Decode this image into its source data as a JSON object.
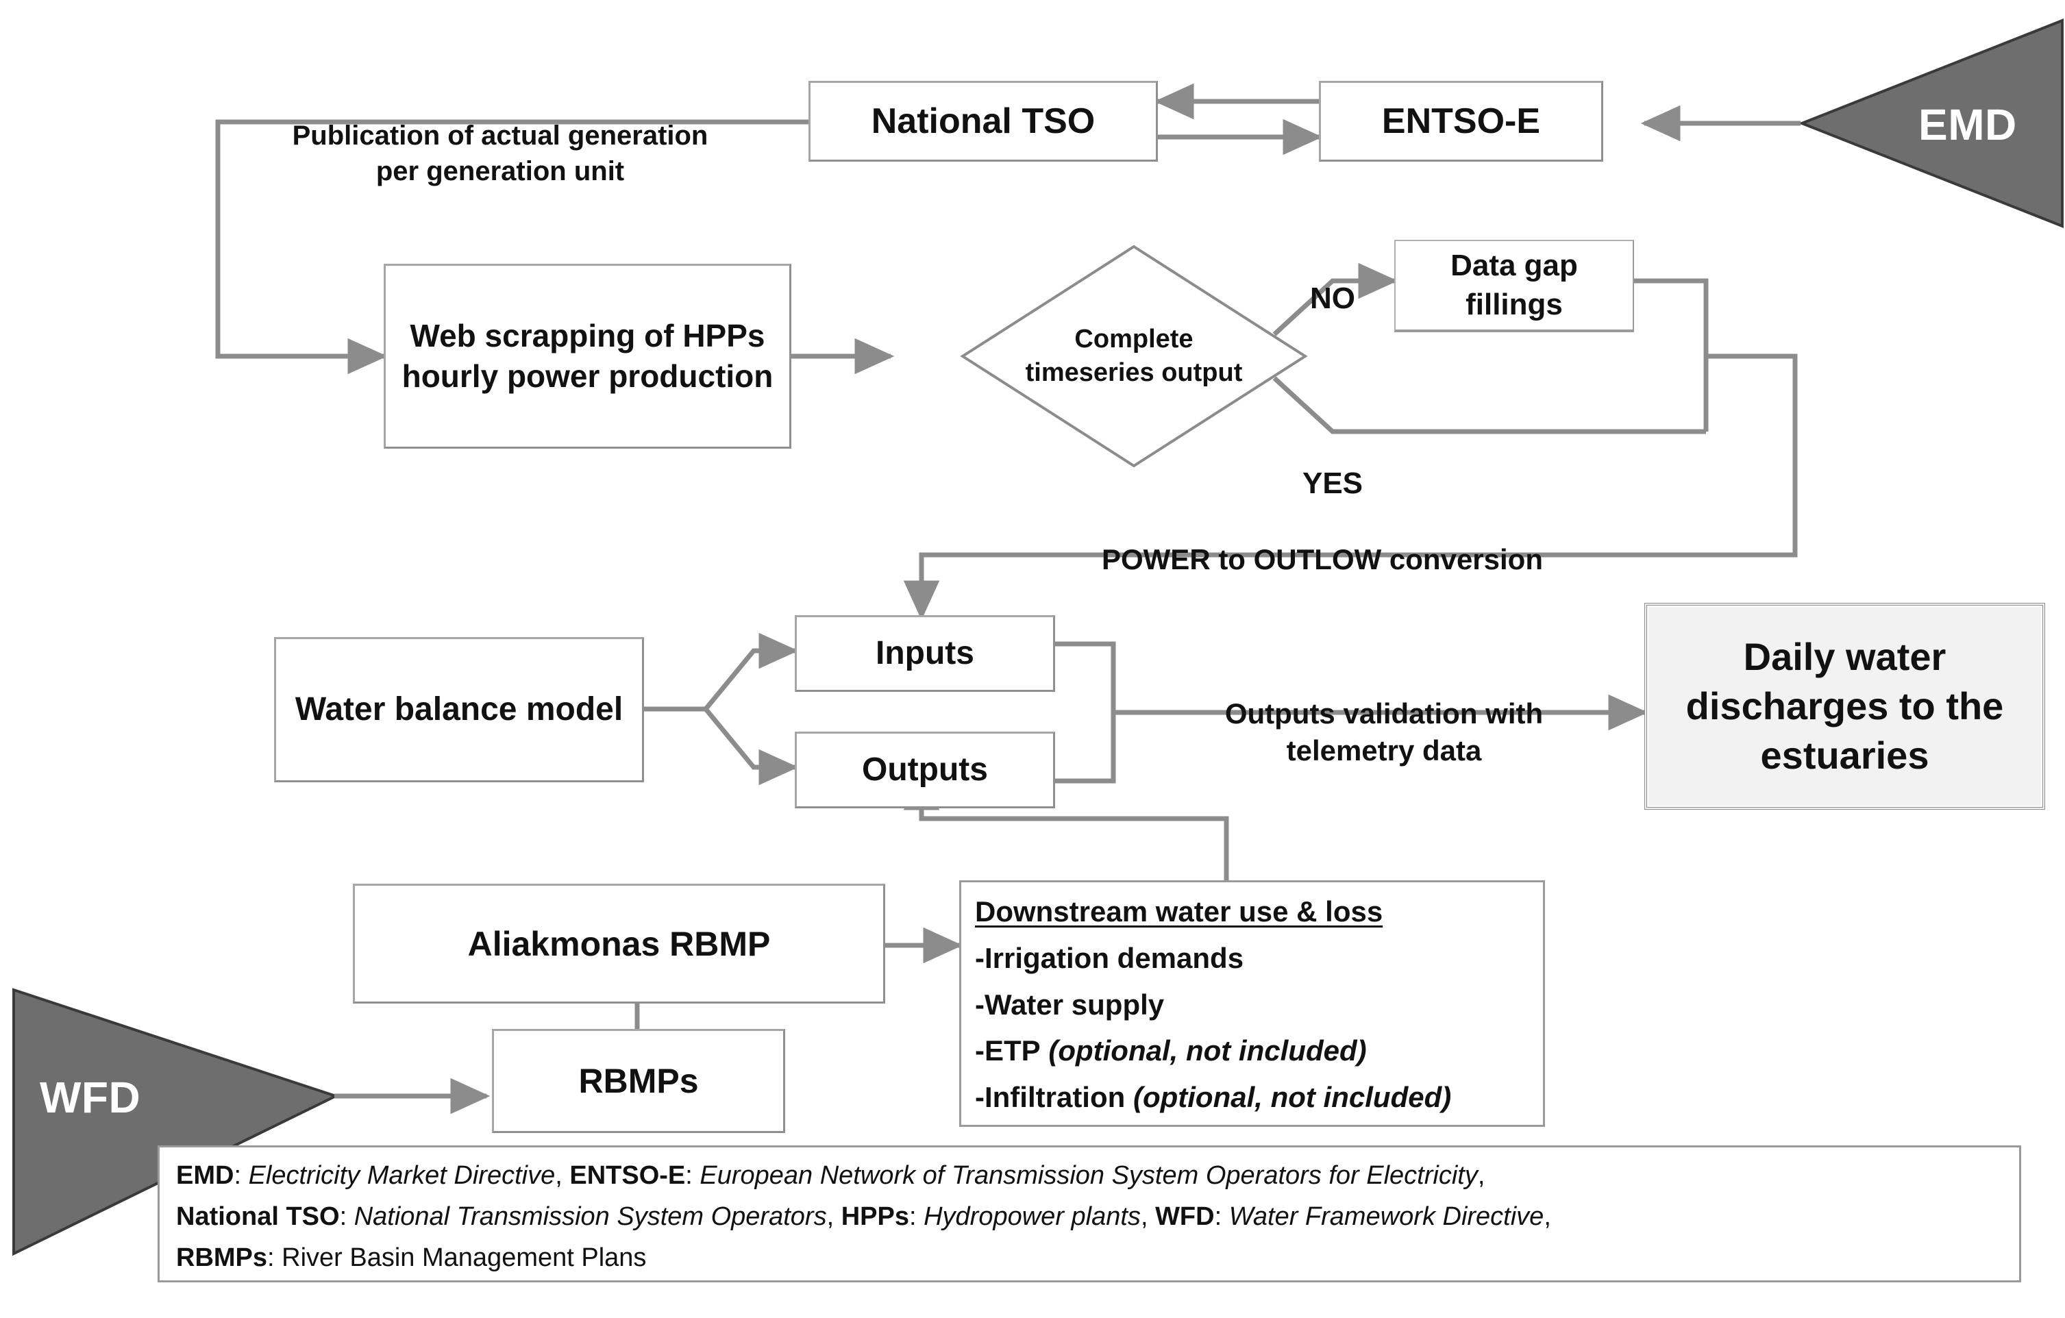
{
  "diagram": {
    "title": "HPP outflow estimation workflow",
    "colors": {
      "line": "#8c8c8c",
      "box_border": "#a6a6a6",
      "triangle_fill": "#6e6e6e",
      "emphasis_fill": "#f2f2f2",
      "text": "#111111"
    }
  },
  "nodes": {
    "national_tso": "National TSO",
    "entsoe": "ENTSO-E",
    "emd_callout": "EMD",
    "web_scraping": "Web scrapping of HPPs hourly power production",
    "decision": "Complete timeseries output",
    "data_gap": "Data gap fillings",
    "water_balance": "Water balance model",
    "inputs": "Inputs",
    "outputs": "Outputs",
    "daily_discharges": "Daily water discharges to the estuaries",
    "aliakmonas_rbmp": "Aliakmonas RBMP",
    "rbmps": "RBMPs",
    "wfd_callout": "WFD"
  },
  "edge_labels": {
    "publication": "Publication of actual generation\nper generation unit",
    "no": "NO",
    "yes": "YES",
    "power_conversion": "POWER to OUTLOW conversion",
    "outputs_validation": "Outputs validation with\ntelemetry data"
  },
  "downstream_box": {
    "title": "Downstream water use & loss",
    "items": [
      {
        "label": "-Irrigation demands",
        "note": ""
      },
      {
        "label": "-Water supply",
        "note": ""
      },
      {
        "label": "-ETP",
        "note": " (optional, not included)"
      },
      {
        "label": "-Infiltration",
        "note": " (optional, not included)"
      }
    ]
  },
  "legend": {
    "lines": [
      [
        {
          "term": "EMD",
          "sep": ": ",
          "def": "Electricity Market Directive",
          "tail": ", ",
          "italic": true
        },
        {
          "term": "ENTSO-E",
          "sep": ": ",
          "def": "European Network of Transmission System Operators for Electricity",
          "tail": ",",
          "italic": true
        }
      ],
      [
        {
          "term": "National TSO",
          "sep": ": ",
          "def": "National Transmission System Operators",
          "tail": ", ",
          "italic": true
        },
        {
          "term": "HPPs",
          "sep": ": ",
          "def": "Hydropower plants",
          "tail": ", ",
          "italic": true
        },
        {
          "term": "WFD",
          "sep": ": ",
          "def": "Water Framework Directive",
          "tail": ",",
          "italic": true
        }
      ],
      [
        {
          "term": "RBMPs",
          "sep": ": ",
          "def": "River Basin Management Plans",
          "tail": "",
          "italic": false
        }
      ]
    ]
  }
}
